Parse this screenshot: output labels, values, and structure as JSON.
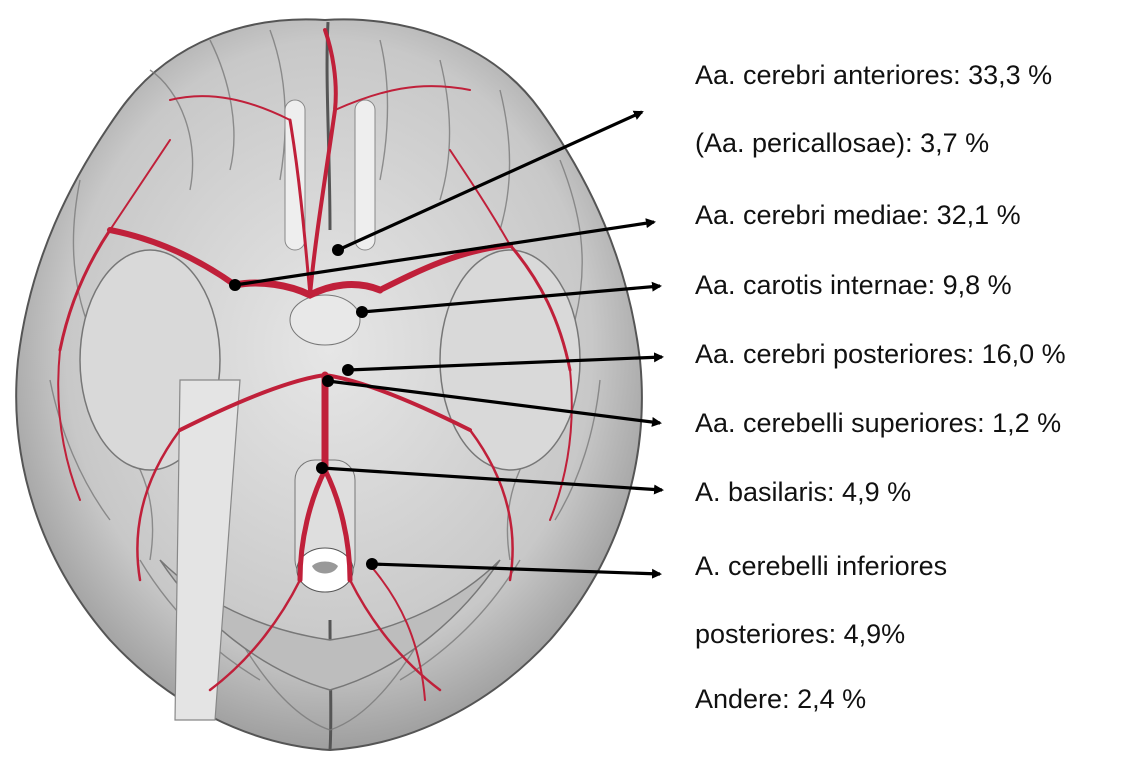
{
  "labels": {
    "anterior": "Aa. cerebri anteriores: 33,3 %",
    "pericallosae": "(Aa. pericallosae): 3,7 %",
    "media": "Aa. cerebri mediae: 32,1 %",
    "carotis": "Aa. carotis internae: 9,8 %",
    "posterior": "Aa. cerebri posteriores: 16,0 %",
    "cerebelli_sup": "Aa. cerebelli superiores: 1,2 %",
    "basilaris": "A. basilaris: 4,9 %",
    "cerebelli_inf_1": "A. cerebelli inferiores",
    "cerebelli_inf_2": "posteriores: 4,9%",
    "andere": "Andere: 2,4 %"
  },
  "colors": {
    "artery": "#c0203a",
    "brain_fill": "#d4d4d4",
    "brain_shade": "#9a9a9a",
    "line": "#000000"
  }
}
